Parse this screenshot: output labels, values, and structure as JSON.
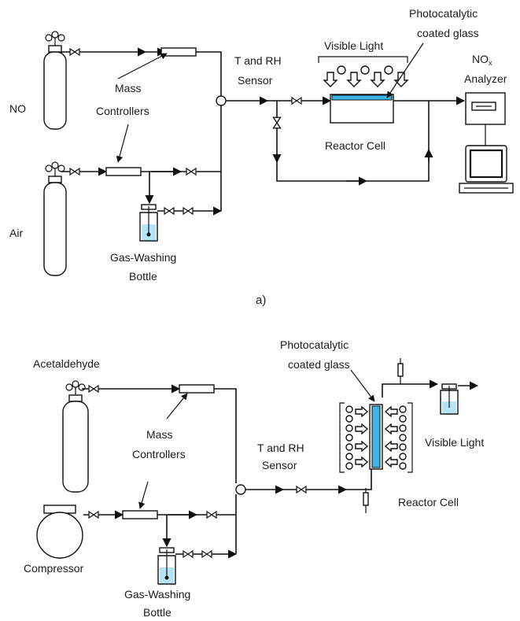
{
  "top": {
    "labels": {
      "no": "NO",
      "air": "Air",
      "mass_line1": "Mass",
      "mass_line2": "Controllers",
      "t_rh_line1": "T and RH",
      "t_rh_line2": "Sensor",
      "visible_light": "Visible Light",
      "photo_line1": "Photocatalytic",
      "photo_line2": "coated glass",
      "analyzer_line1": "NO",
      "analyzer_sub": "x",
      "analyzer_line2": "Analyzer",
      "reactor_cell": "Reactor Cell",
      "gas_line1": "Gas-Washing",
      "gas_line2": "Bottle"
    },
    "caption": "a)"
  },
  "bottom": {
    "labels": {
      "acetaldehyde": "Acetaldehyde",
      "compressor": "Compressor",
      "mass_line1": "Mass",
      "mass_line2": "Controllers",
      "t_rh_line1": "T and RH",
      "t_rh_line2": "Sensor",
      "photo_line1": "Photocatalytic",
      "photo_line2": "coated glass",
      "visible_light": "Visible Light",
      "reactor_cell": "Reactor Cell",
      "gas_line1": "Gas-Washing",
      "gas_line2": "Bottle"
    }
  }
}
